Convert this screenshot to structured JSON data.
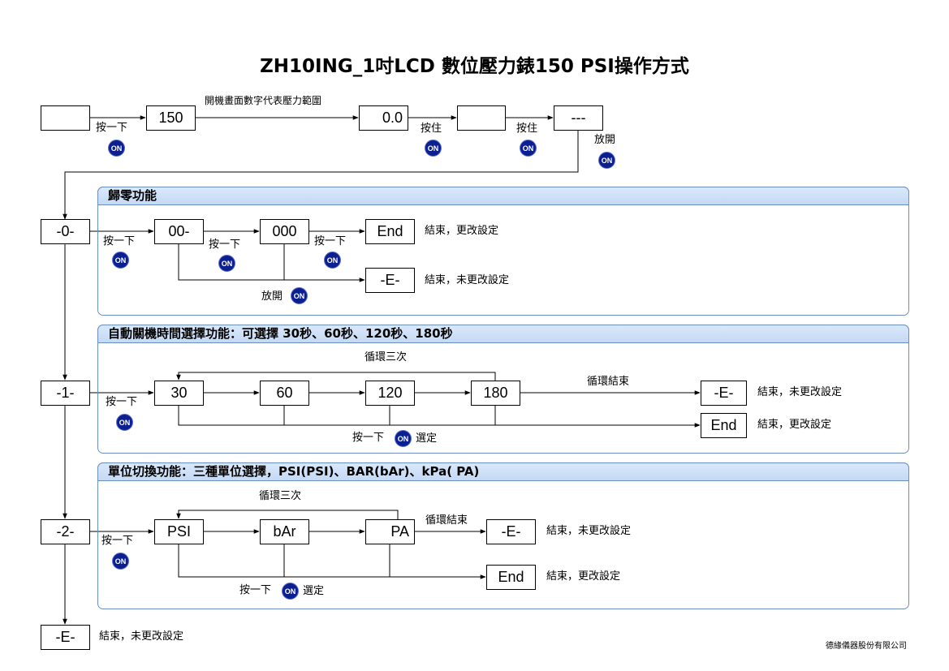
{
  "title": "ZH10ING_1吋LCD 數位壓力錶150 PSI操作方式",
  "company": "德緣儀器股份有限公司",
  "on_label": "ON",
  "top_row": {
    "box_blank_1": "",
    "box_150": "150",
    "box_00": "0.0",
    "box_blank_2": "",
    "box_dashes": "---",
    "label_press_once": "按一下",
    "label_startup": "開機畫面數字代表壓力範圍",
    "label_hold_1": "按住",
    "label_hold_2": "按住",
    "label_release": "放開"
  },
  "left_column": {
    "mode_0": "-0-",
    "mode_1": "-1-",
    "mode_2": "-2-",
    "mode_e": "-E-",
    "mode_e_desc": "結束，未更改設定"
  },
  "panel_zero": {
    "header": "歸零功能",
    "box_00": "00-",
    "box_000": "000",
    "box_end": "End",
    "box_e": "-E-",
    "press_a": "按一下",
    "press_b": "按一下",
    "press_c": "按一下",
    "release": "放開",
    "desc_end": "結束，更改設定",
    "desc_e": "結束，未更改設定"
  },
  "panel_auto": {
    "header": "自動關機時間選擇功能：可選擇 30秒、60秒、120秒、180秒",
    "options": [
      "30",
      "60",
      "120",
      "180"
    ],
    "loop_label": "循環三次",
    "loop_end_label": "循環結束",
    "press": "按一下",
    "select_press": "按一下",
    "select_label": "選定",
    "box_e": "-E-",
    "box_end": "End",
    "desc_e": "結束，未更改設定",
    "desc_end": "結束，更改設定"
  },
  "panel_unit": {
    "header": "單位切換功能：三種單位選擇，PSI(PSI)、BAR(bAr)、kPa(   PA)",
    "options": [
      "PSI",
      "bAr",
      "PA"
    ],
    "loop_label": "循環三次",
    "loop_end_label": "循環結束",
    "press": "按一下",
    "select_press": "按一下",
    "select_label": "選定",
    "box_e": "-E-",
    "box_end": "End",
    "desc_e": "結束，未更改設定",
    "desc_end": "結束，更改設定"
  }
}
